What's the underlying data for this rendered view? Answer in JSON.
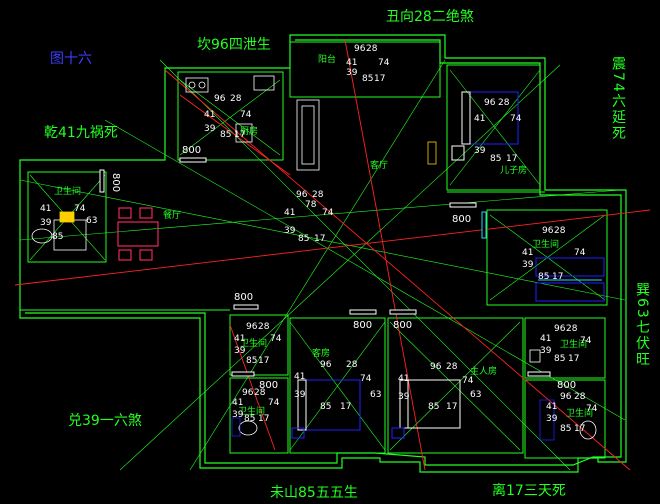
{
  "colors": {
    "background": "#000000",
    "wall": "#22ff22",
    "axis": "#ff2222",
    "direction_text": "#22ff22",
    "title_text": "#3b3bff",
    "dimension_text": "#ffffff",
    "furniture_red": "#ff2a6a",
    "fixture_blue": "#2020ff",
    "fixture_cyan": "#22ddff",
    "fixture_yellow": "#ffd000"
  },
  "title": "图十六",
  "directions": {
    "north_left": "坎96四泄生",
    "north_right": "丑向28二绝煞",
    "northwest": "乾41九祸死",
    "east": "震74六延死",
    "southeast": "巽63七伏旺",
    "west": "兑39一六煞",
    "southwest": "未山85五五生",
    "south": "离17三天死"
  },
  "rooms": {
    "balcony": "阳台",
    "kitchen": "厨房",
    "living_room": "客厅",
    "child_room": "儿子房",
    "bath_left": "卫生间",
    "dining_room": "餐厅",
    "bath_right": "卫生间",
    "toilet_1": "卫生间",
    "toilet_2": "卫生间",
    "guest_room": "客房",
    "master_room": "主人房",
    "toilet_3": "卫生间",
    "toilet_4": "卫生间"
  },
  "dimensions": {
    "kitchen_door": "800",
    "bath_left_door": "800",
    "child_door": "800",
    "corridor_left": "800",
    "guest_door": "800",
    "master_door": "800",
    "toilet_sw": "800",
    "toilet_se": "800"
  },
  "compass_numbers": {
    "center": [
      "41",
      "78",
      "74",
      "39",
      "85",
      "17"
    ],
    "center_top": [
      "96",
      "28"
    ],
    "balcony": [
      "96",
      "28",
      "41",
      "74",
      "39",
      "85",
      "17"
    ],
    "kitchen": [
      "96",
      "28",
      "41",
      "74",
      "39",
      "85",
      "17"
    ],
    "child": [
      "96",
      "28",
      "41",
      "74",
      "39",
      "85",
      "17"
    ],
    "bath_left": [
      "41",
      "74",
      "39",
      "63",
      "85"
    ],
    "bath_right": [
      "96",
      "28",
      "41",
      "74",
      "39",
      "85",
      "17"
    ],
    "toilet_1": [
      "96",
      "28",
      "41",
      "74",
      "39",
      "85",
      "17"
    ],
    "toilet_2": [
      "96",
      "28",
      "41",
      "74",
      "39",
      "85",
      "17"
    ],
    "guest": [
      "96",
      "28",
      "41",
      "74",
      "39",
      "63",
      "85",
      "17"
    ],
    "master": [
      "96",
      "28",
      "41",
      "74",
      "39",
      "63",
      "85",
      "17"
    ],
    "toilet_3": [
      "96",
      "28",
      "41",
      "74",
      "39",
      "85",
      "17"
    ],
    "toilet_4": [
      "96",
      "28",
      "41",
      "74",
      "39",
      "85",
      "17"
    ]
  }
}
